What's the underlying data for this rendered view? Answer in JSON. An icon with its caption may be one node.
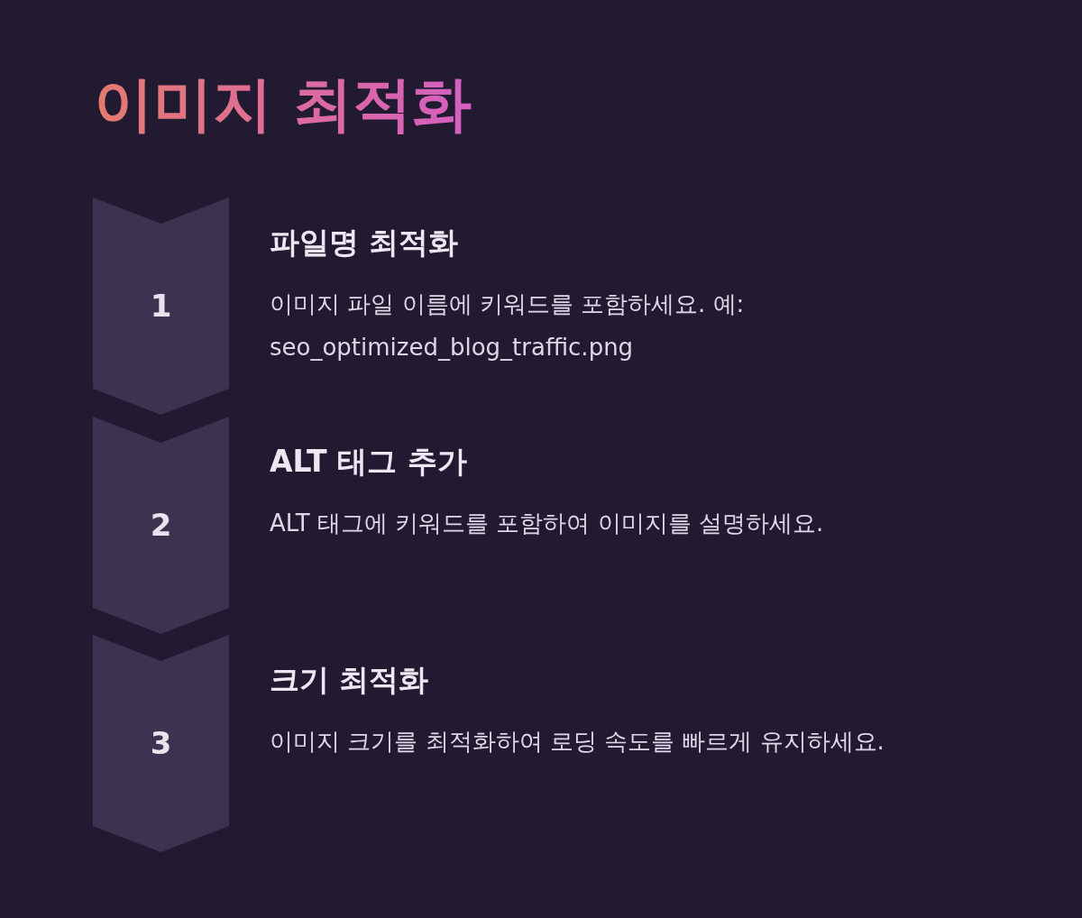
{
  "diagram": {
    "title": "이미지 최적화",
    "nodes": [
      {
        "text": [
          "1"
        ],
        "beside": [
          "파일명 최적화",
          "이미지 파일 이름에 키워드를 포함하세요. 예: seo_optimized_blog_traffic.png"
        ]
      },
      {
        "text": [
          "2"
        ],
        "beside": [
          "ALT 태그 추가",
          "ALT 태그에 키워드를 포함하여 이미지를 설명하세요."
        ]
      },
      {
        "text": [
          "3"
        ],
        "beside": [
          "크기 최적화",
          "이미지 크기를 최적화하여 로딩 속도를 빠르게 유지하세요."
        ]
      }
    ]
  }
}
